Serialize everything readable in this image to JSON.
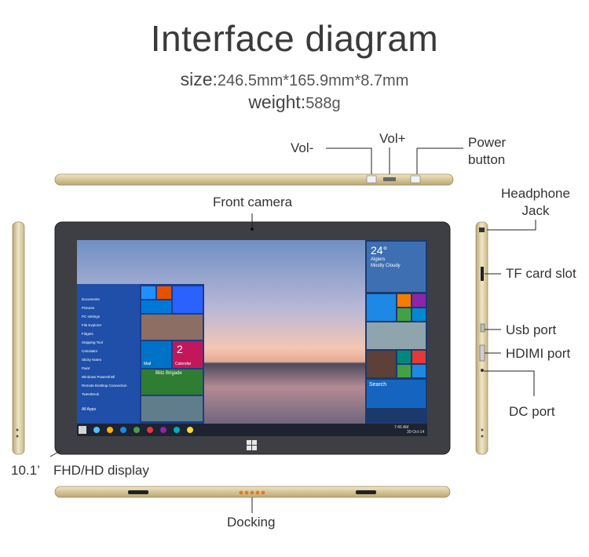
{
  "title": "Interface diagram",
  "specs": {
    "size_label": "size:",
    "size_value": "246.5mm*165.9mm*8.7mm",
    "weight_label": "weight:",
    "weight_value": "588g"
  },
  "callouts": {
    "vol_minus": "Vol-",
    "vol_plus": "Vol+",
    "power_button_line1": "Power",
    "power_button_line2": "button",
    "headphone_line1": "Headphone",
    "headphone_line2": "Jack",
    "front_camera": "Front camera",
    "tf_card_slot": "TF card slot",
    "usb_port": "Usb port",
    "hdmi_port": "HDIMI port",
    "dc_port": "DC port",
    "display_size": "10.1’",
    "display_type": "FHD/HD display",
    "docking": "Docking"
  },
  "screen": {
    "weather_temp": "24°",
    "weather_city": "Algiers",
    "weather_desc": "Mostly Cloudy",
    "start_search": "Search",
    "tile_mail": "Mail",
    "tile_calendar_num": "2",
    "tile_calendar": "Calendar",
    "tile_news": "Blitz Brigade",
    "start_items": [
      "Documents",
      "Pictures",
      "PC settings",
      "File Explorer",
      "Fidgets",
      "Snipping Tool",
      "Calculator",
      "Sticky Notes",
      "Paint",
      "Windows PowerShell",
      "Remote Desktop Connection",
      "TweetDeck"
    ],
    "all_apps": "All Apps",
    "clock_time": "7:46 AM",
    "clock_date": "30-Oct-14"
  },
  "colors": {
    "bezel": "#3d3f44",
    "gold": "#d8c9a0",
    "start_blue": "#1f4fa8",
    "accent_blue": "#1a6fd1"
  }
}
